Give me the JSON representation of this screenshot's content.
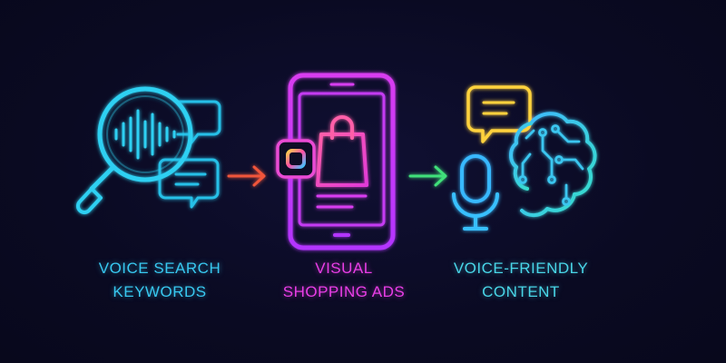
{
  "steps": [
    {
      "line1": "VOICE SEARCH",
      "line2": "KEYWORDS",
      "icon": "voice-search-magnifier-icon",
      "color": "#38c8f0"
    },
    {
      "line1": "VISUAL",
      "line2": "SHOPPING ADS",
      "icon": "smartphone-shopping-bag-icon",
      "color": "#e93ee6"
    },
    {
      "line1": "VOICE-FRIENDLY",
      "line2": "CONTENT",
      "icon": "microphone-brain-chat-icon",
      "color": "#49d6e8"
    }
  ],
  "arrows": [
    {
      "icon": "arrow-right-icon",
      "color": "#f0553a"
    },
    {
      "icon": "arrow-right-icon",
      "color": "#3fe07a"
    }
  ]
}
